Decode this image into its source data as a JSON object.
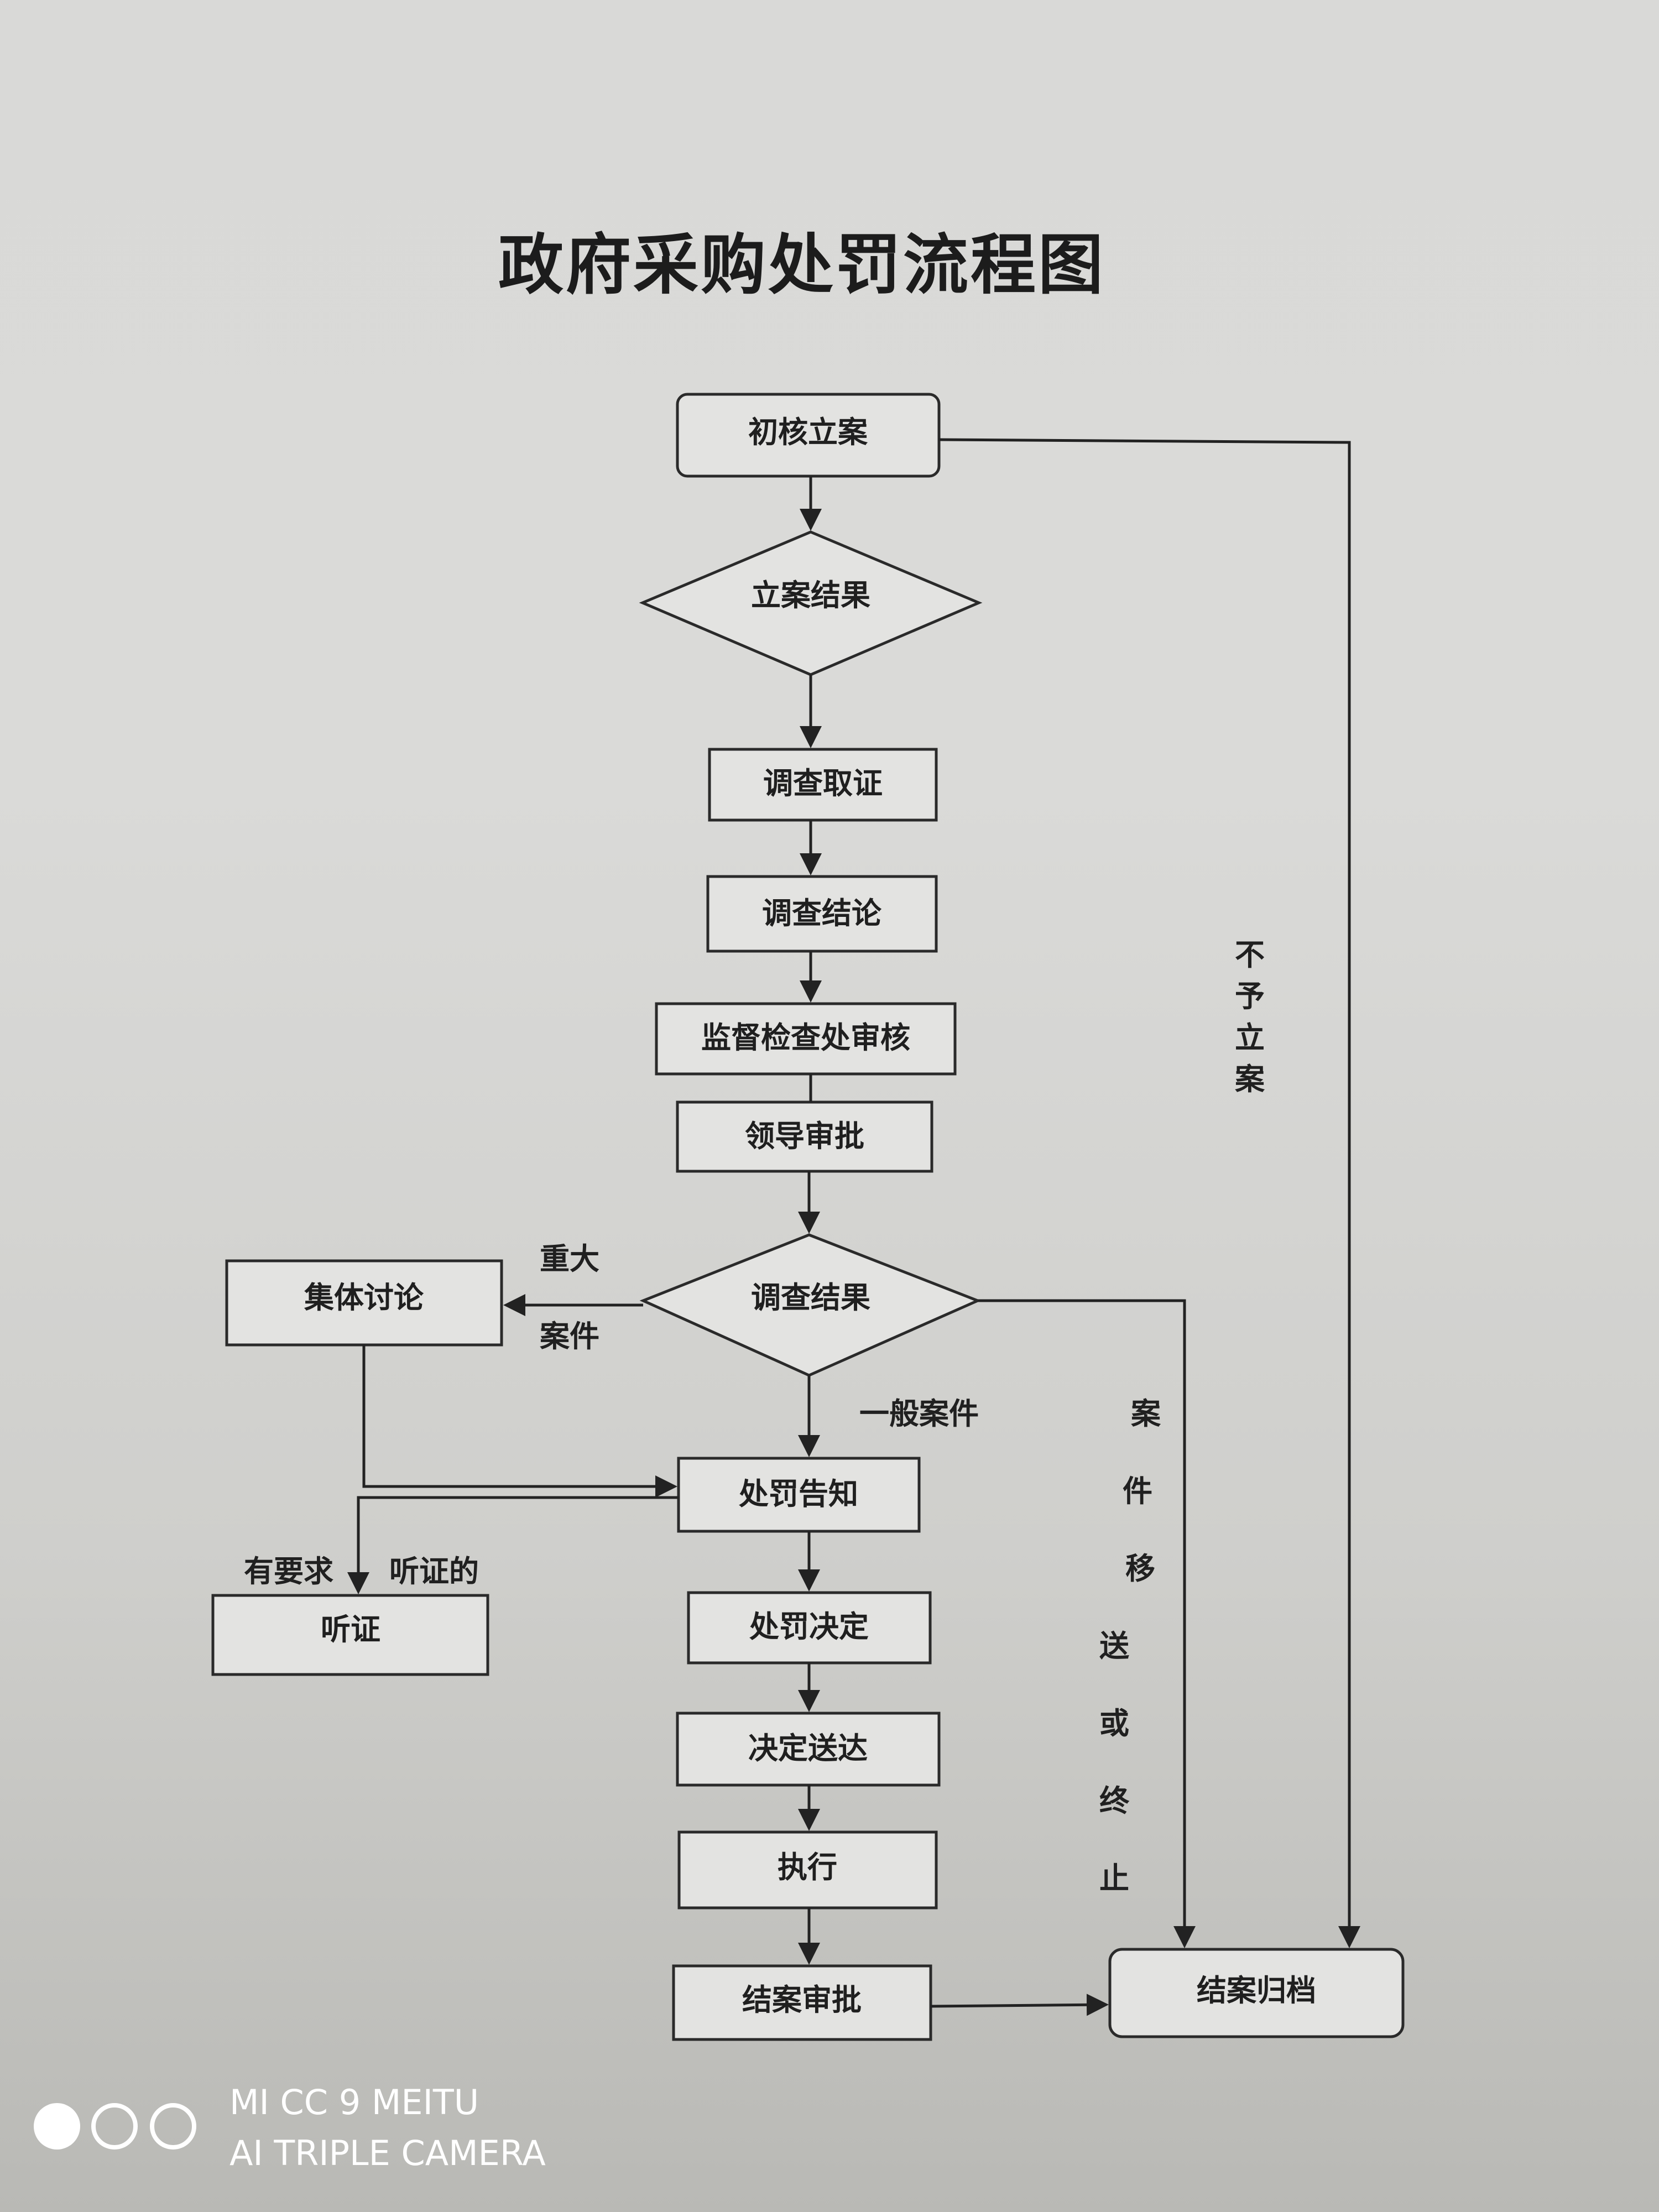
{
  "title": "政府采购处罚流程图",
  "nodes": {
    "chuhe_lian": "初核立案",
    "lian_jieguo": "立案结果",
    "diaocha_quzheng": "调查取证",
    "diaocha_jielun": "调查结论",
    "jiandu_shenhe": "监督检查处审核",
    "lingdao_shenpi": "领导审批",
    "diaocha_jieguo": "调查结果",
    "jiti_taolun": "集体讨论",
    "chufa_gaozhi": "处罚告知",
    "tingzheng": "听证",
    "chufa_jueding": "处罚决定",
    "jueding_songda": "决定送达",
    "zhixing": "执行",
    "jiean_shenpi": "结案审批",
    "jiean_guidang": "结案归档"
  },
  "edge_labels": {
    "buyu_lian": [
      "不",
      "予",
      "立",
      "案"
    ],
    "zhongda": "重大",
    "anjian": "案件",
    "yiban_anjian": "一般案件",
    "youyaoqiu": "有要求",
    "tingzheng_de": "听证的",
    "yisong_zhongzhi": [
      "案",
      "件",
      "移",
      "送",
      "或",
      "终",
      "止"
    ]
  },
  "watermark": {
    "line1": "MI CC 9 MEITU",
    "line2": "AI TRIPLE CAMERA"
  }
}
